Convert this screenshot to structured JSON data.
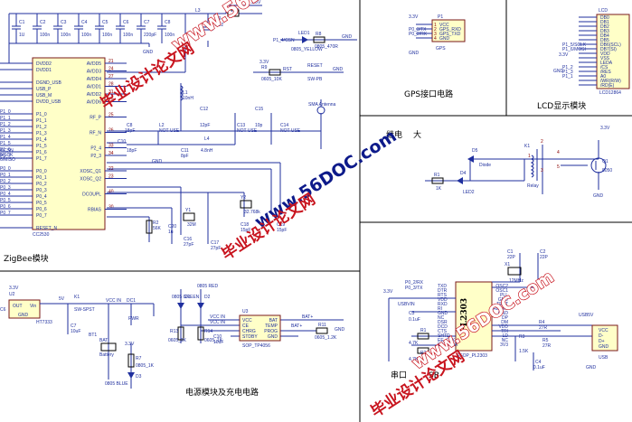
{
  "titles": {
    "zigbee": "ZigBee模块",
    "gps": "GPS接口电路",
    "lcd": "LCD显示模块",
    "relay": "继电",
    "relay_tail": "大",
    "power": "电源模块及充电电路",
    "usb": "串口",
    "usb_tail": "SB"
  },
  "watermark": {
    "site1": "www.56DOC.com",
    "site2": "www.56DOC.com",
    "site3": "www.56DOC.com",
    "banner1": "毕业设计论文网",
    "banner2": "毕业设计论文网",
    "banner3": "毕业设计论文网"
  },
  "cc2530": {
    "ref": "CC2530",
    "left_pins": [
      "DVDD2",
      "DVDD1",
      "",
      "DGND_USB",
      "USB_P",
      "USB_M",
      "DVDD_USB",
      "",
      "P1_0",
      "P1_1",
      "P1_2",
      "P1_3",
      "P1_4",
      "P1_5",
      "P1_6",
      "P1_7",
      "",
      "P0_0",
      "P0_1",
      "P0_2",
      "P0_3",
      "P0_4",
      "P0_5",
      "P0_6",
      "P0_7",
      "",
      "RESET_N"
    ],
    "right_pins": [
      "AVDD5",
      "AVDD3",
      "AVDD4",
      "AVDD1",
      "AVDD2",
      "AVDD6",
      "",
      "RF_P",
      "",
      "RF_N",
      "",
      "P2_4",
      "P2_3",
      "",
      "XOSC_Q1",
      "XOSC_Q2",
      "",
      "DCOUPL",
      "",
      "RBIAS"
    ],
    "right_nums": [
      "21",
      "24",
      "27",
      "28",
      "31",
      "29",
      "",
      "25",
      "",
      "26",
      "",
      "33",
      "34",
      "",
      "22",
      "23",
      "",
      "40",
      "",
      "30"
    ],
    "left_nets": [
      "",
      "",
      "",
      "",
      "",
      "",
      "",
      "",
      "P1_0",
      "P1_1",
      "P1_2",
      "P1_3",
      "P1_4",
      "P1_5",
      "P1_6",
      "P1_7",
      "",
      "P0_0",
      "P0_1",
      "P0_2",
      "P0_3",
      "P0_4",
      "P0_5",
      "P0_6",
      "P0_7",
      "",
      ""
    ],
    "net_labels": [
      "4/CSN",
      "5/SCK",
      "6/MISO"
    ]
  },
  "top_caps": {
    "refs": [
      "C1",
      "C2",
      "C3",
      "C4",
      "C5",
      "C6",
      "C7",
      "C8"
    ],
    "vals": [
      "1U",
      "100n",
      "100n",
      "100n",
      "100n",
      "100n",
      "220pF",
      "100n"
    ],
    "bead": "L3",
    "bead_val": "1R2",
    "c9": "C9",
    "c9_val": "2U2",
    "vcc": "3.3V"
  },
  "rf": {
    "l1": "L1",
    "l1_val": "10nH",
    "l2": "L2",
    "l2_val": "NOT USE",
    "c12": "C12",
    "c12_val": "12pF",
    "c10": "C10",
    "c10_val": "18pF",
    "c11": "C11",
    "c11_val": "8pF",
    "c13": "C13",
    "c13_val": "NOT USE",
    "c15": "C15",
    "c15_val": "10p",
    "c14": "C14",
    "c14_val": "NOT USE",
    "l4": "L4",
    "l4_val": "4.8nH",
    "cm": "C8",
    "cm_val": "18pF",
    "ant": "SMA Antenna",
    "gnd": "GND"
  },
  "osc": {
    "y1": "Y1",
    "y1_val": "32M",
    "y2": "Y2",
    "y2_val": "32.768k",
    "c16": "C16",
    "c16_val": "27pF",
    "c17": "C17",
    "c17_val": "27pF",
    "c18": "C18",
    "c18_val": "15pF",
    "c19": "C19",
    "c19_val": "15pF",
    "r2": "R2",
    "r2_val": "56K",
    "c20": "C20",
    "c20_val": "1u"
  },
  "led": {
    "p1": "P1_4/CSN",
    "led1": "LED1",
    "r8": "R8",
    "r8_val": "0805_470R",
    "yellow": "0805_YELLOW",
    "gnd": "GND"
  },
  "reset": {
    "vcc": "3.3V",
    "r9": "R9",
    "r9_val": "0605_10K",
    "rst": "RST",
    "sw_label": "RESET",
    "sw": "SW-PB",
    "gnd": "GND"
  },
  "gps": {
    "vcc": "3.3V",
    "ref": "P1",
    "nets": [
      "P0_3/TX",
      "P0_2/RX"
    ],
    "pins": [
      "VCC",
      "GPS_RXD",
      "GPS_TXD",
      "GND"
    ],
    "nums": [
      "1",
      "2",
      "3",
      "4"
    ],
    "ref2": "GPS",
    "gnd": "GND"
  },
  "lcd": {
    "ref": "LCD",
    "pins": [
      "DB0",
      "DB1",
      "DB2",
      "DB3",
      "DB4",
      "DB5",
      "DB6(SCL)",
      "DB7(SI)",
      "VDD",
      "VSS",
      "LEDA",
      "/CS",
      "/RES",
      "A0",
      "/WR(R/W)",
      "/RD(E)"
    ],
    "nets": [
      "",
      "",
      "",
      "",
      "",
      "",
      "P1_5/SCLK",
      "P1_6/MOSI",
      "",
      "",
      "",
      "P1_2",
      "P1_3",
      "P1_1",
      "",
      ""
    ],
    "part": "LCD12864",
    "vcc": "3.3V",
    "gnd": "GND"
  },
  "relay": {
    "k1": "K1",
    "relay": "Relay",
    "diode": "D5",
    "diode_val": "Diode",
    "q1": "Q1",
    "q1_val": "8050",
    "r1": "R1",
    "r1_val": "1K",
    "led": "D4",
    "led_val": "LED2",
    "vcc": "3.3V",
    "gnd": "GND",
    "nums": [
      "1",
      "2",
      "3",
      "4",
      "5"
    ]
  },
  "power": {
    "reg": "U2",
    "reg_pins": [
      "OUT",
      "Vin",
      "GND"
    ],
    "reg_part": "HT7333",
    "vcc": "3.3V",
    "c5v": "5V",
    "c7": "C7",
    "c7_val": "10uF",
    "c6": "C6",
    "c6_val": "10uF",
    "k1": "K1",
    "k1_val": "SW-SPST",
    "vccin": "VCC IN",
    "dc": "DC1",
    "dc_val": "PWR",
    "bat": "BAT",
    "bat_val": "Battery",
    "bt1": "BT1",
    "r7": "R7",
    "r7_val": "0805_1K",
    "d3": "D3",
    "d3_val": "0805 BLUE",
    "r13": "R13",
    "r13_val": "0605_1K",
    "r14": "R14",
    "r14_val": "0605_1K",
    "d1": "D1",
    "d1_val": "0805 GREEN",
    "d2": "D2",
    "d2_val": "0805 RED",
    "u3": "U3",
    "u3_part": "SOP_TP4056",
    "u3_lpins": [
      "VCC",
      "CE",
      "CHRG",
      "STDBY"
    ],
    "u3_rpins": [
      "BAT",
      "TEMP",
      "PROG",
      "GND"
    ],
    "c10": "C10",
    "c10_val": "10uF",
    "r11": "R11",
    "r11_val": "0605_1.2K",
    "bat_plus": "BAT+",
    "gnd": "GND"
  },
  "usb": {
    "chip": "PL2303",
    "vcc": "3.3V",
    "nets": [
      "P0_2/RX",
      "P0_3/TX"
    ],
    "lpins": [
      "TXD",
      "DTR",
      "RTS",
      "VDD",
      "RXD",
      "RI",
      "GND",
      "NC",
      "DSR",
      "DCD",
      "CTS",
      "SHTD",
      "EE_CLK",
      "EE_DATA"
    ],
    "rpins": [
      "OSC2",
      "OSC1",
      "PLL",
      "GND",
      "TEST",
      "RESET",
      "GND",
      "DP",
      "DM",
      "VDD",
      "TRI",
      "LD",
      "NC",
      "3V3"
    ],
    "part": "SSOP_PL2303",
    "x1": "X1",
    "x1_val": "12MHz",
    "c1": "C1",
    "c1_val": "22P",
    "c2": "C2",
    "c2_val": "22P",
    "c3": "C3",
    "c3_val": "0.1uF",
    "c4": "C4",
    "c4_val": "0.1uF",
    "r1": "R1",
    "r1_val": "4.7K",
    "r2": "R2",
    "r2_val": "4.7K",
    "r3": "R3",
    "r3_val": "1.5K",
    "r4": "R4",
    "r4_val": "27R",
    "r5": "R5",
    "r5_val": "27R",
    "usbvin": "USBVIN",
    "usb5v": "USB5V",
    "conn_pins": [
      "VCC",
      "D-",
      "D+",
      "GND"
    ],
    "conn": "USB",
    "gnd": "GND"
  }
}
